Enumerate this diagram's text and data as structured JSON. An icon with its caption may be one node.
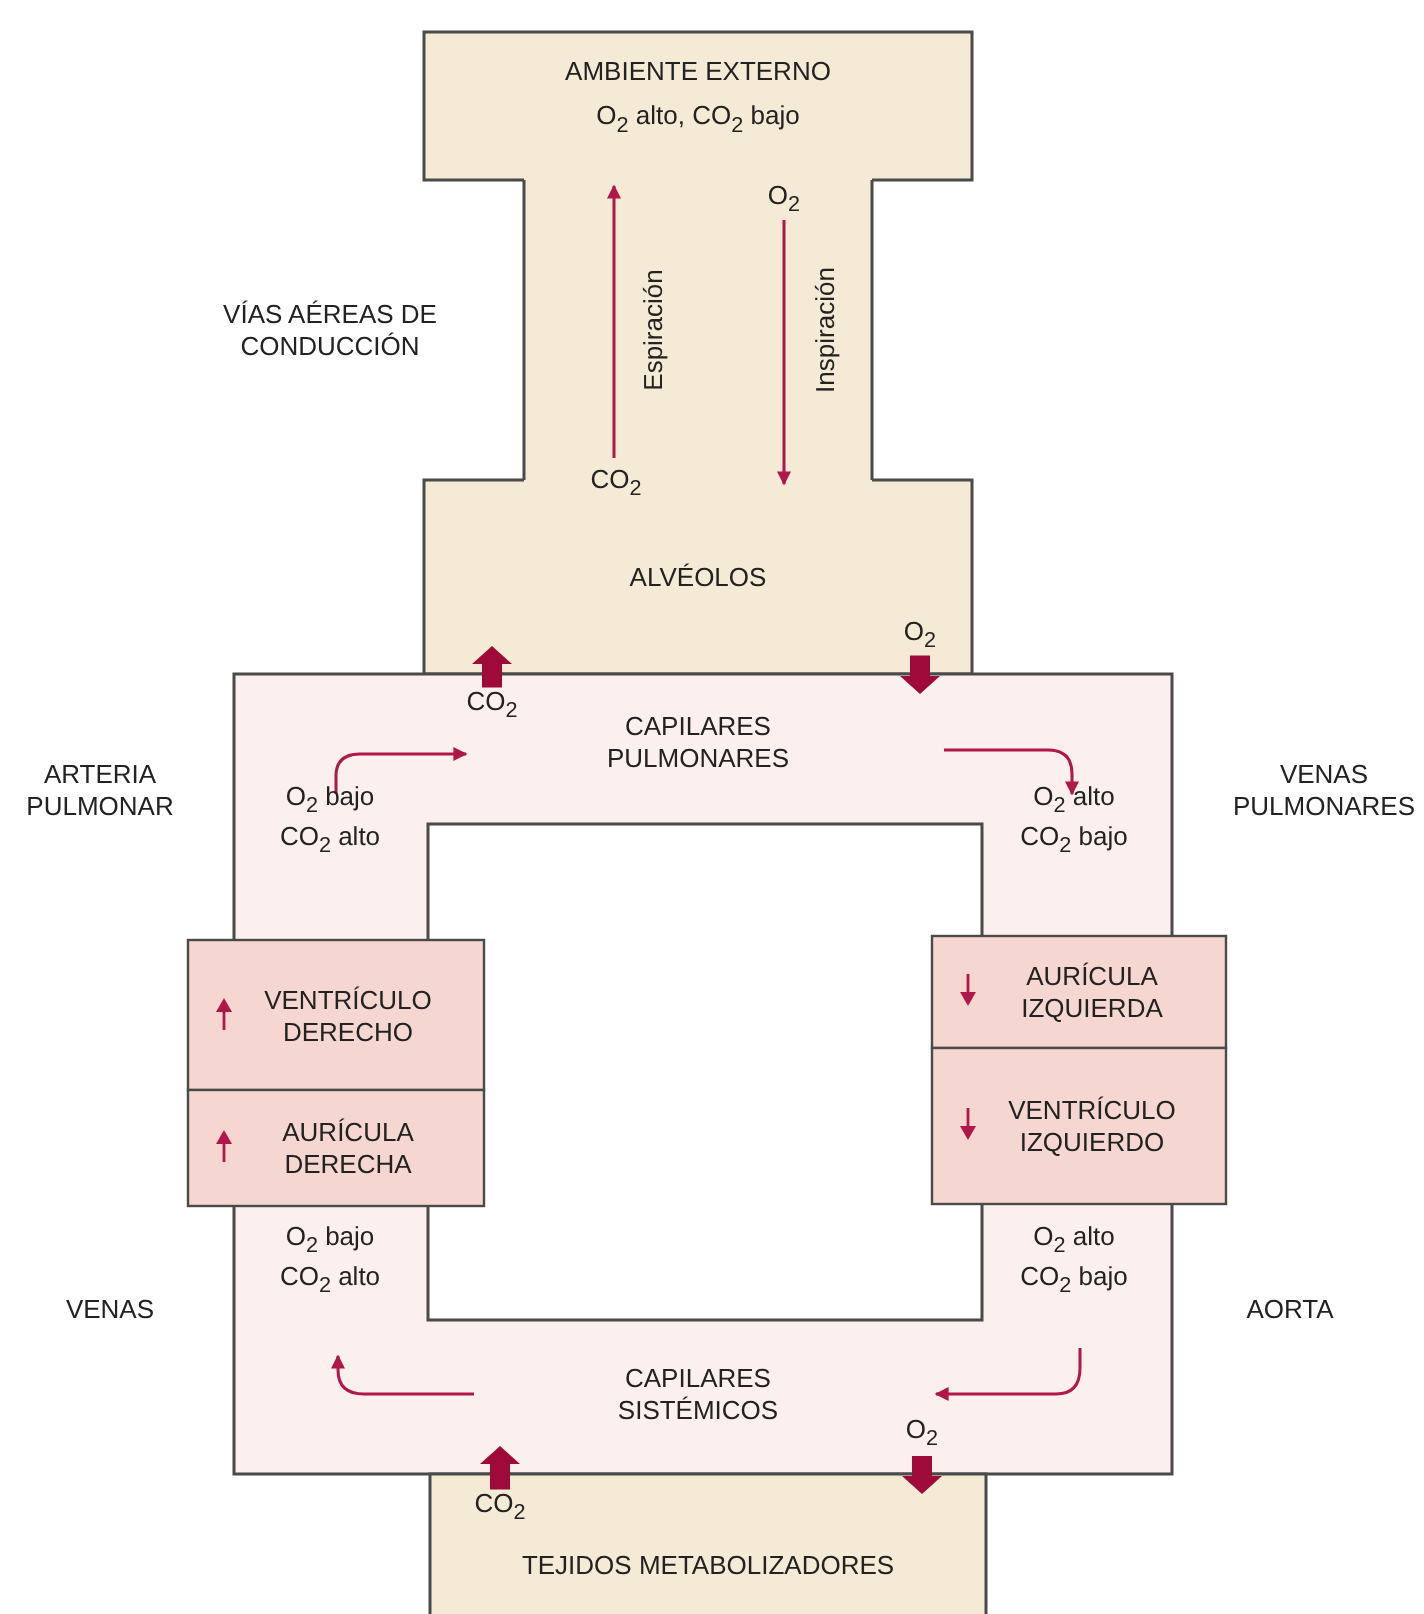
{
  "diagram": {
    "nodes": [
      {
        "text": [
          "AMBIENTE EXTERNO",
          "O$_{2}$ alto, CO$_{2}$ bajo"
        ]
      },
      {
        "text": [
          "O$_{2}$"
        ]
      },
      {
        "text": [
          "CO$_{2}$"
        ]
      },
      {
        "text": [
          "ALVÉOLOS"
        ]
      },
      {
        "text": [
          "CAPILARES PULMONARES",
          "O$_{2}$ bajo CO$_{2}$ alto",
          "O$_{2}$ alto CO$_{2}$ bajo",
          "O$_{2}$ bajo CO$_{2}$ alto",
          "O$_{2}$ alto CO$_{2}$ bajo",
          "CAPILARES SISTÉMICOS"
        ]
      },
      {
        "text": [
          "VENTRÍCULO DERECHO"
        ]
      },
      {
        "text": [
          "AURÍCULA DERECHA"
        ]
      },
      {
        "text": [
          "AURÍCULA IZQUIERDA"
        ]
      },
      {
        "text": [
          "VENTRÍCULO IZQUIERDO"
        ]
      },
      {
        "text": [
          "TEJIDOS METABOLIZADORES"
        ]
      }
    ],
    "edges": [
      {
        "from": 2,
        "to": 0,
        "arrow": "to",
        "label": "Espiración"
      },
      {
        "from": 1,
        "to": 3,
        "arrow": "to",
        "label": "Inspiración"
      },
      {
        "from": 4,
        "to": 3,
        "arrow": "to",
        "label": "CO$_{2}$"
      },
      {
        "from": 3,
        "to": 4,
        "arrow": "to",
        "label": "O$_{2}$"
      },
      {
        "from": 4,
        "to": 9,
        "arrow": "to",
        "label": "O$_{2}$"
      },
      {
        "from": 9,
        "to": 4,
        "arrow": "to",
        "label": "CO$_{2}$"
      }
    ],
    "labels": [
      "VÍAS AÉREAS DE CONDUCCIÓN",
      "ARTERIA PULMONAR",
      "VENAS PULMONARES",
      "VENAS",
      "AORTA"
    ]
  }
}
